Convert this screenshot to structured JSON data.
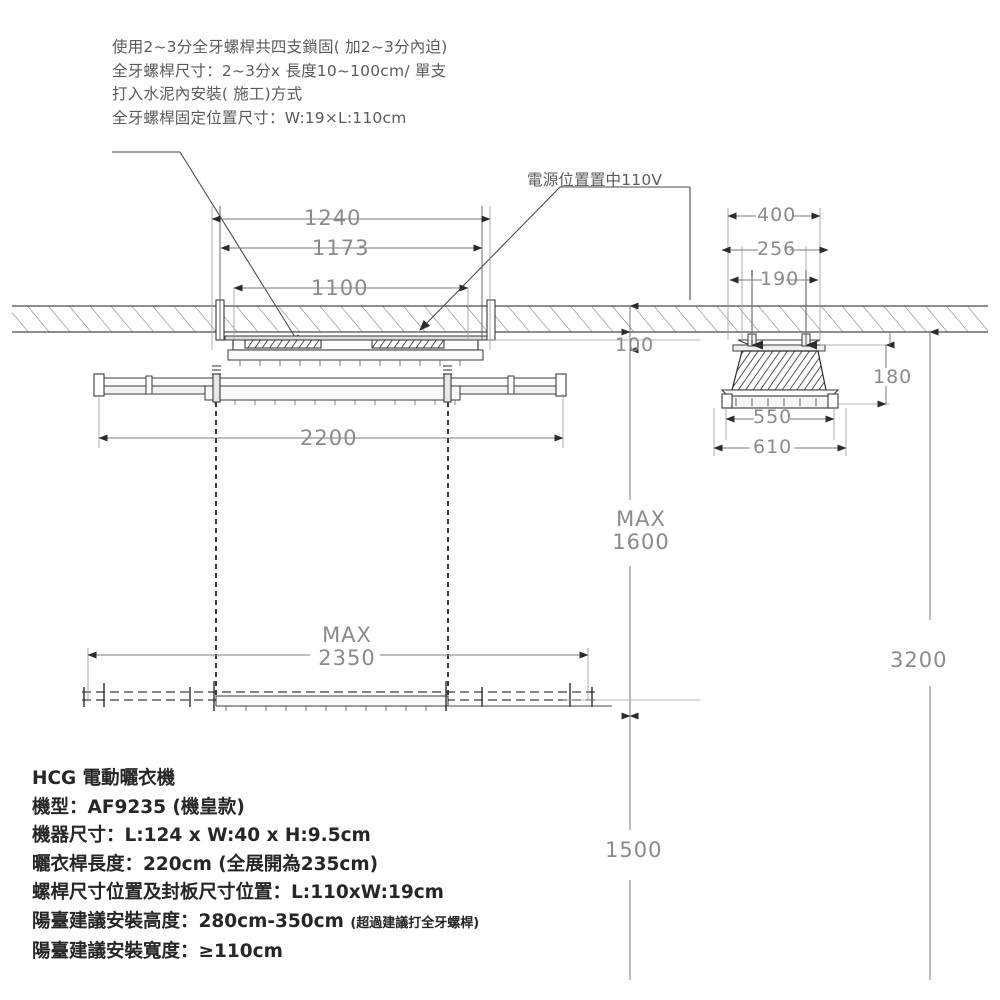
{
  "drawing": {
    "title": "HCG AF9235 Electric Clothes Drying Rack Installation Drawing",
    "annotation": {
      "name": "threaded-rod-installation-note",
      "lines": [
        "使用2~3分全牙螺桿共四支鎖固( 加2~3分內迫)",
        "全牙螺桿尺寸：2~3分x 長度10~100cm/ 單支",
        "打入水泥內安裝( 施工)方式",
        "全牙螺桿固定位置尺寸：W:19×L:110cm"
      ]
    },
    "power_label": "電源位置置中110V",
    "dimensions": {
      "top_outer": "1240",
      "top_middle": "1173",
      "top_inner": "1100",
      "rail_width": "2200",
      "drop_gap": "100",
      "max_drop_label": "MAX",
      "max_drop_value": "1600",
      "max_span_label": "MAX",
      "max_span_value": "2350",
      "ceiling_height": "3200",
      "floor_clearance": "1500",
      "side_outer": "400",
      "side_middle": "256",
      "side_inner": "190",
      "side_height": "180",
      "side_base_inner": "550",
      "side_base_outer": "610"
    }
  },
  "specs": {
    "name": "product-spec-list",
    "lines": [
      {
        "text": "HCG 電動曬衣機",
        "small": ""
      },
      {
        "text": "機型：AF9235 (機皇款)",
        "small": ""
      },
      {
        "text": "機器尺寸：L:124 x W:40 x H:9.5cm",
        "small": ""
      },
      {
        "text": "曬衣桿長度：220cm (全展開為235cm)",
        "small": ""
      },
      {
        "text": "螺桿尺寸位置及封板尺寸位置：L:110xW:19cm",
        "small": ""
      },
      {
        "text": "陽臺建議安裝高度：280cm-350cm ",
        "small": "(超過建議打全牙螺桿)"
      },
      {
        "text": "陽臺建議安裝寬度：≥110cm",
        "small": ""
      }
    ]
  },
  "colors": {
    "line": "#4a4a4a",
    "dim_text": "#8a8a8a",
    "anno_text": "#5a5a5a",
    "spec_text": "#262626",
    "hatch": "#6e6e6e",
    "background": "#ffffff"
  }
}
